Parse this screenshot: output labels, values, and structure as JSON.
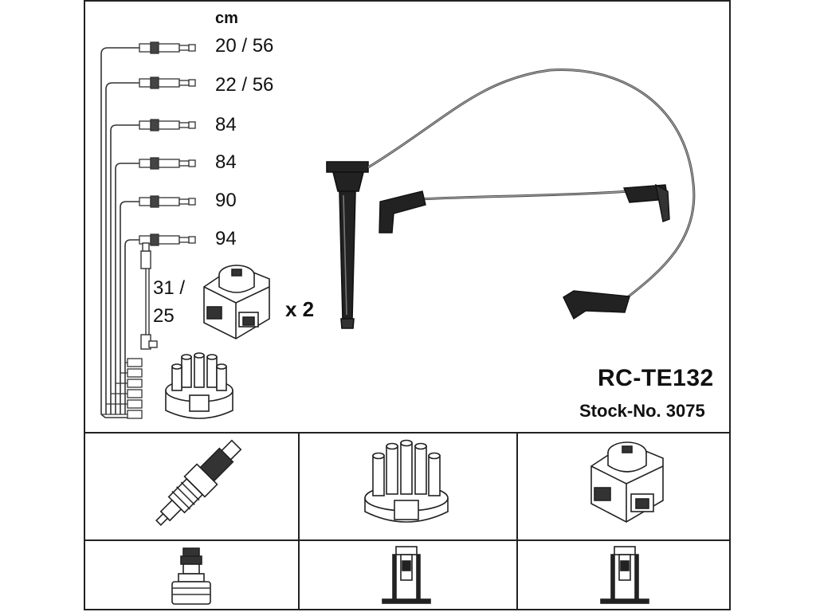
{
  "unit_label": "cm",
  "cable_lengths": [
    "20 / 56",
    "22 / 56",
    "84",
    "84",
    "90",
    "94"
  ],
  "coil_cable": {
    "line1": "31 /",
    "line2": "25"
  },
  "multiplier": "x 2",
  "model": "RC-TE132",
  "stock_number": "Stock-No. 3075"
}
